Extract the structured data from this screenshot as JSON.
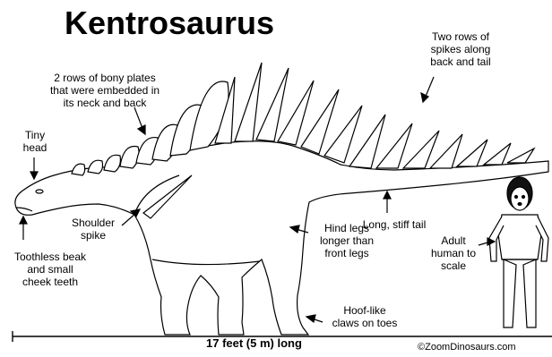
{
  "title": "Kentrosaurus",
  "labels": {
    "spikes_back": "Two rows of\nspikes along\nback and tail",
    "bony_plates": "2 rows of bony plates\nthat were embedded in\nits neck and back",
    "tiny_head": "Tiny\nhead",
    "shoulder_spike": "Shoulder\nspike",
    "toothless_beak": "Toothless beak\nand small\ncheek teeth",
    "hind_legs": "Hind legs\nlonger than\nfront legs",
    "long_tail": "Long, stiff tail",
    "adult_human": "Adult\nhuman to\nscale",
    "hoof_claws": "Hoof-like\nclaws on toes"
  },
  "length": "17 feet (5 m) long",
  "copyright": "©ZoomDinosaurs.com",
  "colors": {
    "ink": "#000000",
    "paper": "#ffffff"
  }
}
